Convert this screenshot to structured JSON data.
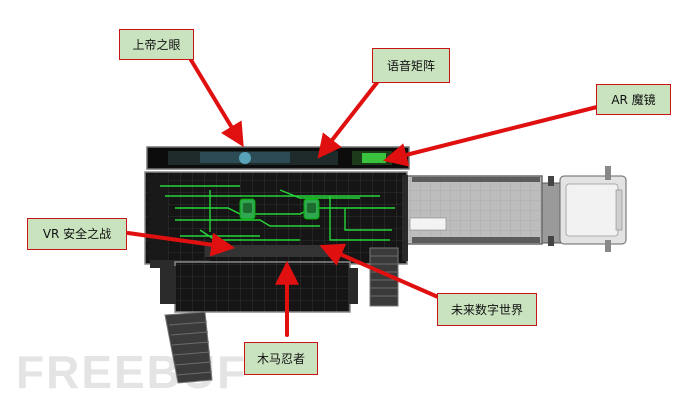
{
  "labels": {
    "god_eye": "上帝之眼",
    "voice_maze": "语音矩阵",
    "ar_mirror": "AR 魔镜",
    "vr_battle": "VR 安全之战",
    "future_world": "未来数字世界",
    "trojan_ninja": "木马忍者"
  },
  "watermark": "FREEBUF",
  "colors": {
    "arrow": "#e01010",
    "label_fill": "#c9e3bf",
    "label_border": "#c81414",
    "circuit": "#27d43a",
    "container_dark": "#0d0d0d"
  }
}
